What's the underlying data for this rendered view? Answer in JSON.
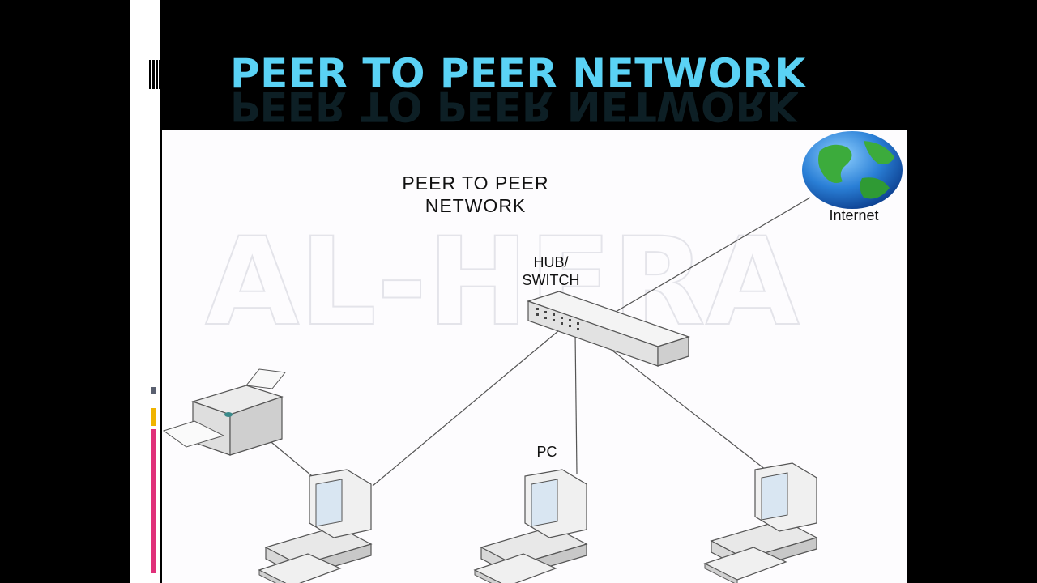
{
  "slide": {
    "title": "PEER TO PEER NETWORK"
  },
  "diagram": {
    "title_line1": "PEER TO PEER",
    "title_line2": "NETWORK",
    "hub_label_line1": "HUB/",
    "hub_label_line2": "SWITCH",
    "internet_label": "Internet",
    "pc_label": "PC",
    "watermark": "AL-HERA"
  },
  "colors": {
    "title": "#5ad2f5",
    "background": "#000000",
    "diagram_background": "#fdfcfe",
    "accent_pink": "#e0307a",
    "accent_gold": "#f0b400",
    "accent_slate": "#5a6070"
  }
}
